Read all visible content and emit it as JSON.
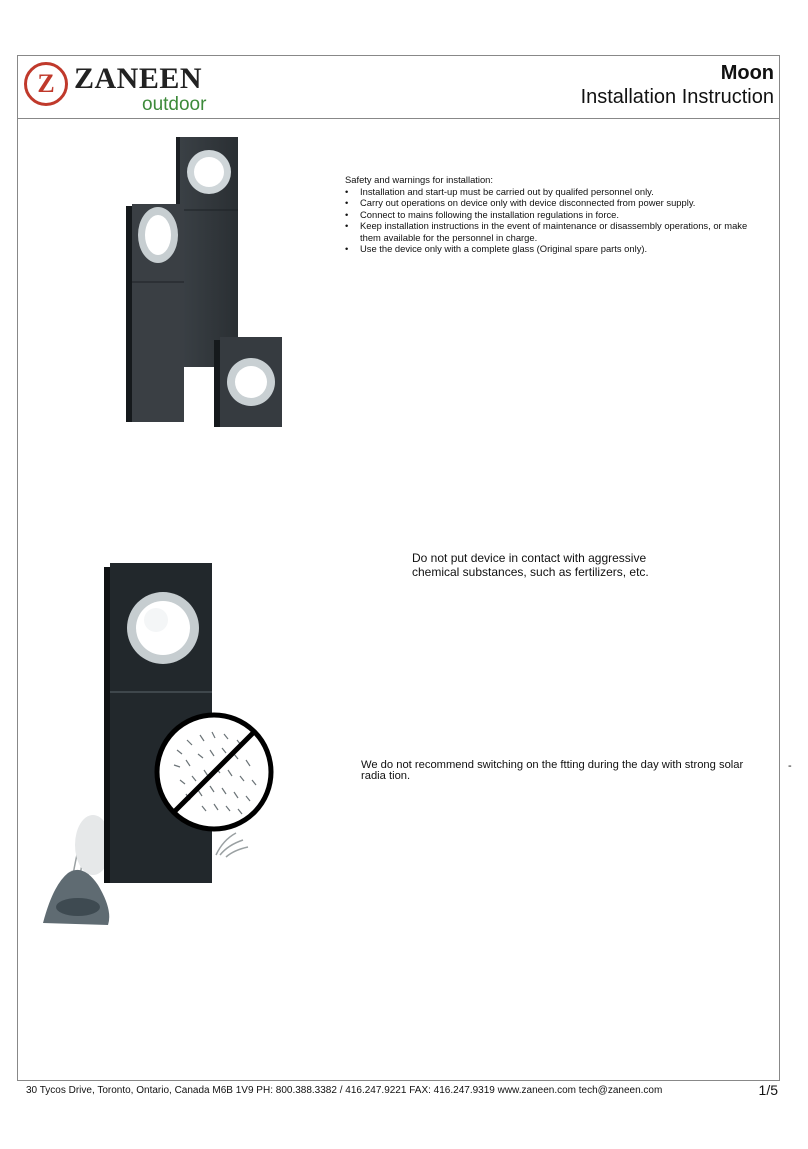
{
  "header": {
    "logo_letter": "Z",
    "brand": "ZANEEN",
    "brand_sub": "outdoor",
    "title": "Moon",
    "subtitle": "Installation Instruction"
  },
  "safety": {
    "heading": "Safety and warnings for installation:",
    "items": [
      "Installation and start-up must be carried out by qualifed personnel only.",
      "Carry out operations on device only with device disconnected from power supply.",
      "Connect to mains following the installation regulations in force.",
      "Keep installation instructions in the event of maintenance or disassembly operations, or make them available for the personnel in charge.",
      "Use the device only with a complete glass (Original spare parts only)."
    ]
  },
  "warnings": {
    "chemical": "Do not put device in contact with aggressive chemical substances, such as fertilizers, etc.",
    "solar": "We do not recommend switching on the ftting during the day with strong solar radia tion.",
    "dash": "-"
  },
  "footer": {
    "address": "30 Tycos  Drive, Toronto, Ontario, Canada M6B 1V9 PH: 800.388.3382 / 416.247.9221 FAX: 416.247.9319 www.zaneen.com tech@zaneen.com",
    "page": "1/5"
  },
  "icons": [
    "product-photo-three-lamps",
    "product-photo-fertilizer-warning",
    "no-fertilizer-icon"
  ]
}
